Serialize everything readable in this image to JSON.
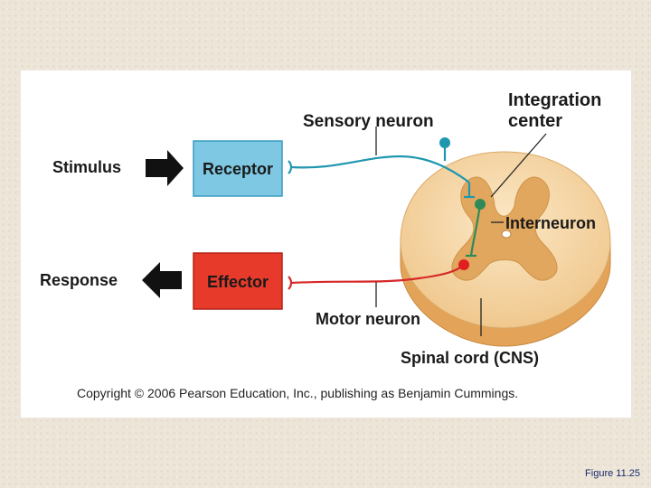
{
  "labels": {
    "stimulus": "Stimulus",
    "receptor": "Receptor",
    "sensory_neuron": "Sensory neuron",
    "integration_center_line1": "Integration",
    "integration_center_line2": "center",
    "interneuron": "Interneuron",
    "response": "Response",
    "effector": "Effector",
    "motor_neuron": "Motor neuron",
    "spinal_cord": "Spinal cord (CNS)"
  },
  "copyright": "Copyright © 2006 Pearson Education, Inc., publishing as Benjamin Cummings.",
  "figure_caption": "Figure 11.25",
  "colors": {
    "receptor_fill": "#7ec8e3",
    "effector_fill": "#e83a2a",
    "sensory_neuron": "#1f97b0",
    "interneuron": "#2e8b57",
    "motor_neuron": "#d62828",
    "spinal_cord_white": "#f6dcb0",
    "spinal_cord_gray": "#e0a760"
  }
}
